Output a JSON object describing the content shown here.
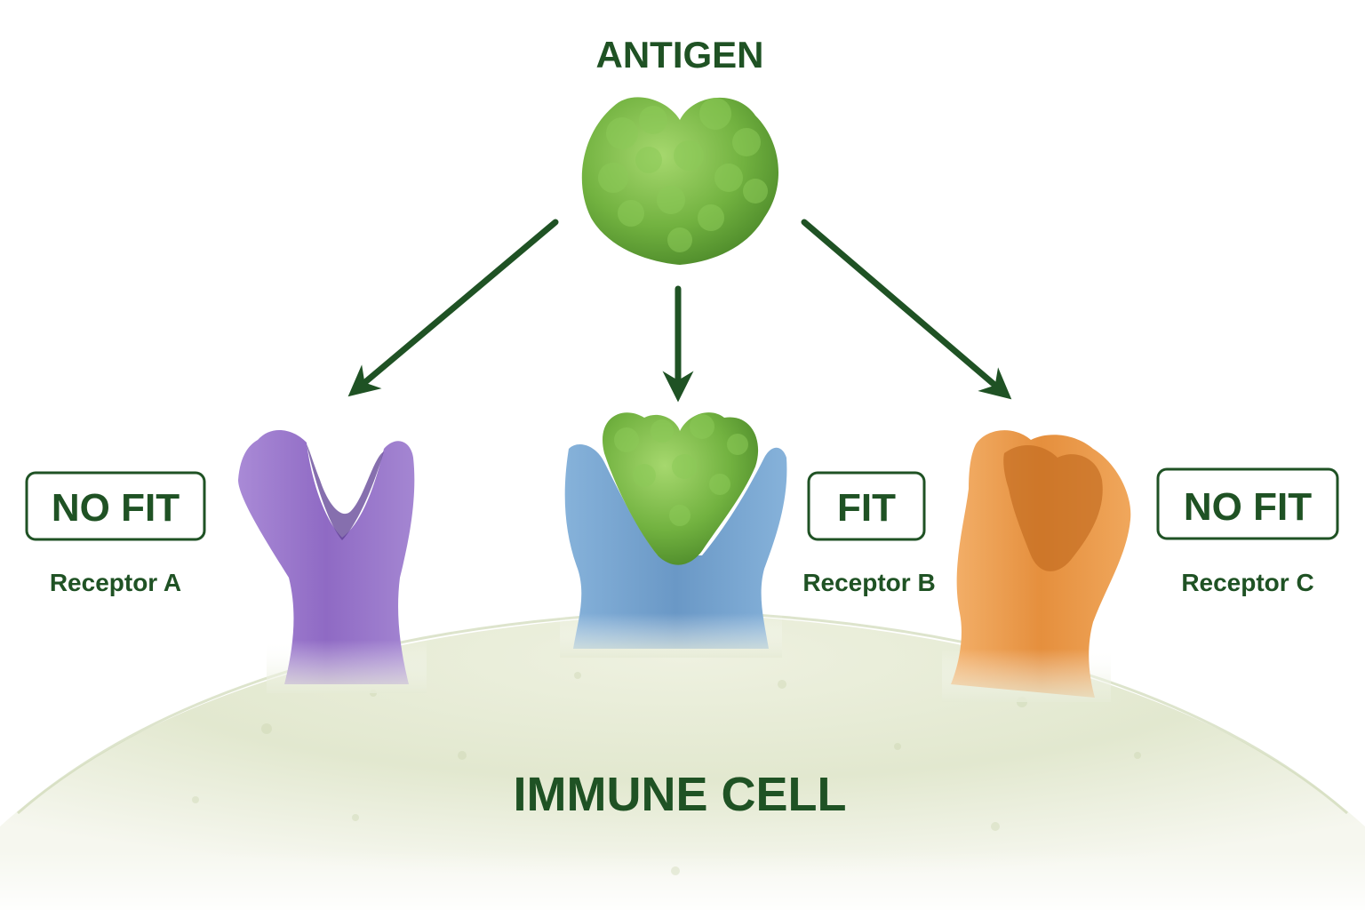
{
  "title": "ANTIGEN",
  "cell_label": "IMMUNE CELL",
  "receptors": [
    {
      "name": "Receptor A",
      "fit_label": "NO FIT",
      "color": "#8e6bc2"
    },
    {
      "name": "Receptor B",
      "fit_label": "FIT",
      "color": "#6e9cc9"
    },
    {
      "name": "Receptor C",
      "fit_label": "NO FIT",
      "color": "#e89a4c"
    }
  ],
  "colors": {
    "label_green": "#1f5224",
    "arrow_green": "#1f5224",
    "antigen_green": "#7cbf4a",
    "cell_fill": "#e6ebd6"
  }
}
